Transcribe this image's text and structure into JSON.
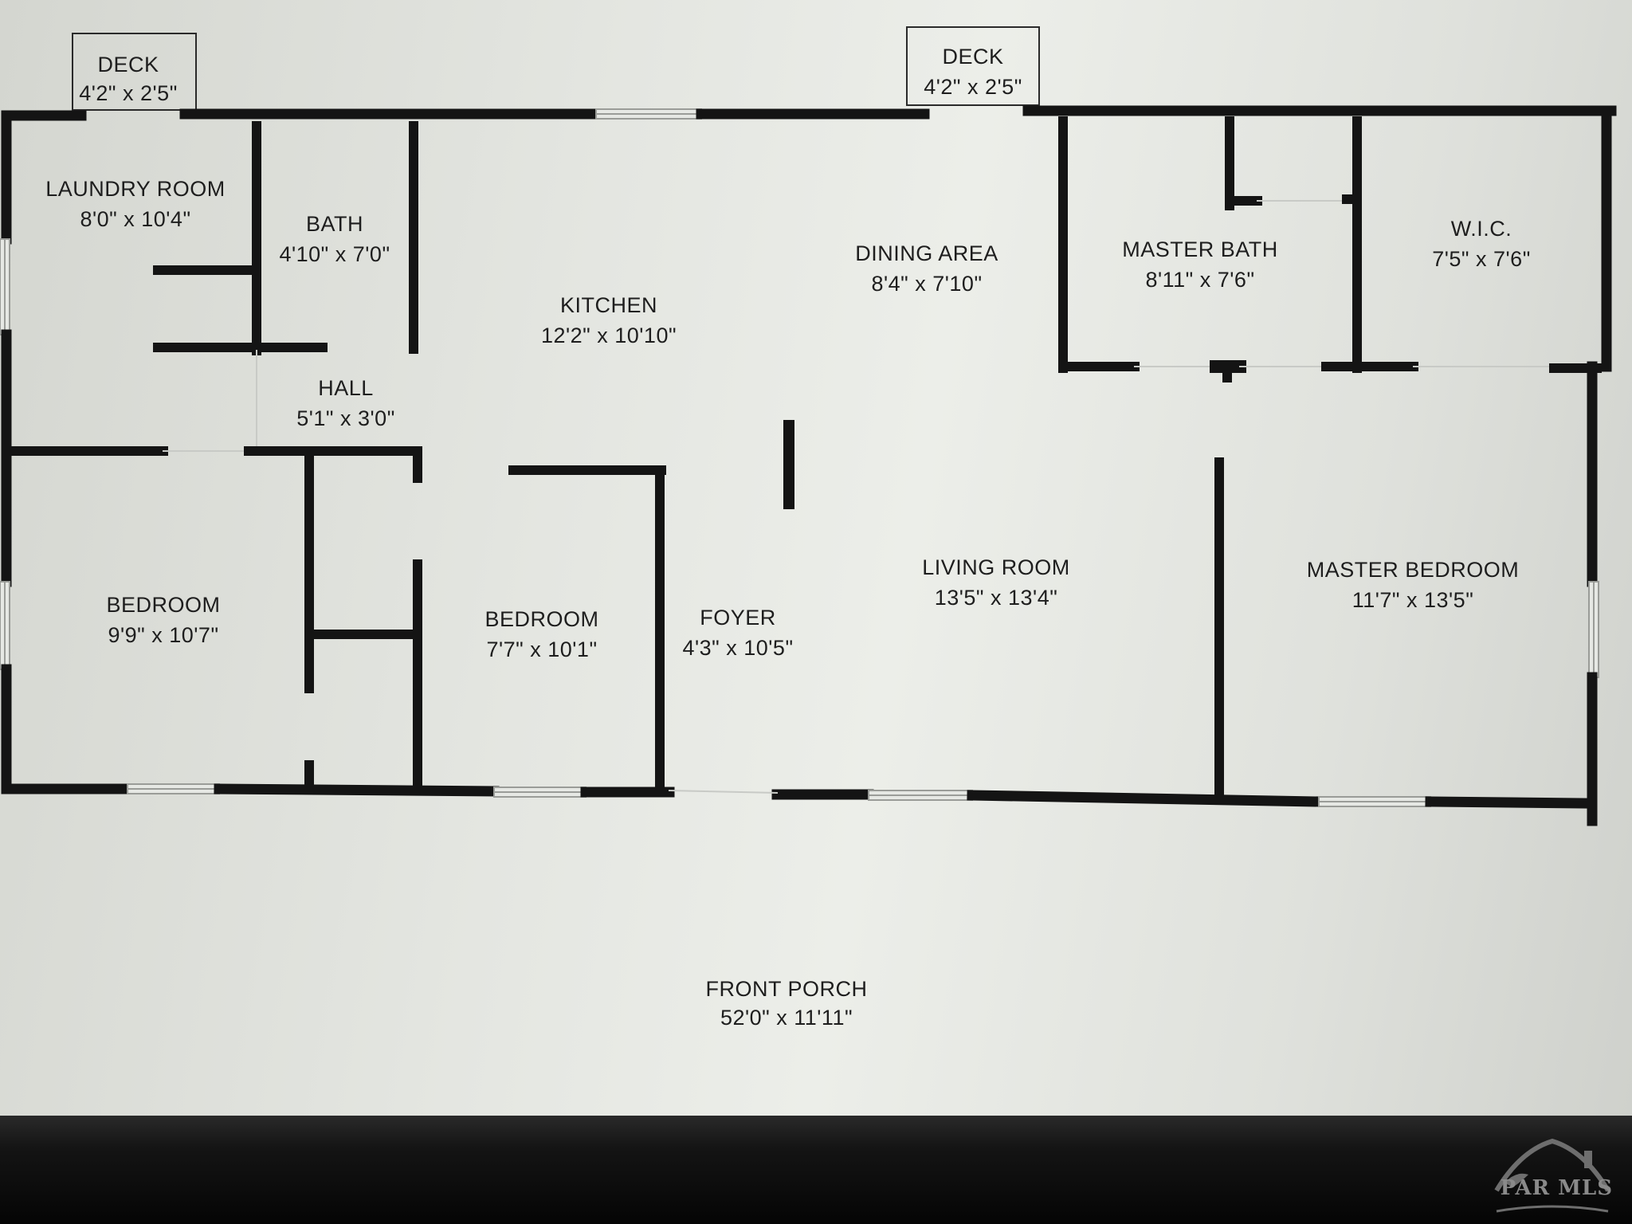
{
  "plan": {
    "wall_color": "#141414",
    "window_color": "#9a9c98",
    "rooms": [
      {
        "key": "deck_left",
        "name": "DECK",
        "dims": "4'2\" x 2'5\""
      },
      {
        "key": "deck_right",
        "name": "DECK",
        "dims": "4'2\" x 2'5\""
      },
      {
        "key": "laundry",
        "name": "LAUNDRY ROOM",
        "dims": "8'0\" x 10'4\""
      },
      {
        "key": "bath",
        "name": "BATH",
        "dims": "4'10\" x 7'0\""
      },
      {
        "key": "kitchen",
        "name": "KITCHEN",
        "dims": "12'2\" x 10'10\""
      },
      {
        "key": "dining",
        "name": "DINING AREA",
        "dims": "8'4\" x 7'10\""
      },
      {
        "key": "master_bath",
        "name": "MASTER BATH",
        "dims": "8'11\" x 7'6\""
      },
      {
        "key": "wic",
        "name": "W.I.C.",
        "dims": "7'5\" x 7'6\""
      },
      {
        "key": "hall",
        "name": "HALL",
        "dims": "5'1\" x 3'0\""
      },
      {
        "key": "bedroom_1",
        "name": "BEDROOM",
        "dims": "9'9\" x 10'7\""
      },
      {
        "key": "bedroom_2",
        "name": "BEDROOM",
        "dims": "7'7\" x 10'1\""
      },
      {
        "key": "foyer",
        "name": "FOYER",
        "dims": "4'3\" x 10'5\""
      },
      {
        "key": "living",
        "name": "LIVING ROOM",
        "dims": "13'5\" x 13'4\""
      },
      {
        "key": "master_bedroom",
        "name": "MASTER BEDROOM",
        "dims": "11'7\" x 13'5\""
      },
      {
        "key": "front_porch",
        "name": "FRONT PORCH",
        "dims": "52'0\" x 11'11\""
      }
    ]
  },
  "watermark": {
    "text": "PAR MLS",
    "icon": "house-logo-icon"
  }
}
